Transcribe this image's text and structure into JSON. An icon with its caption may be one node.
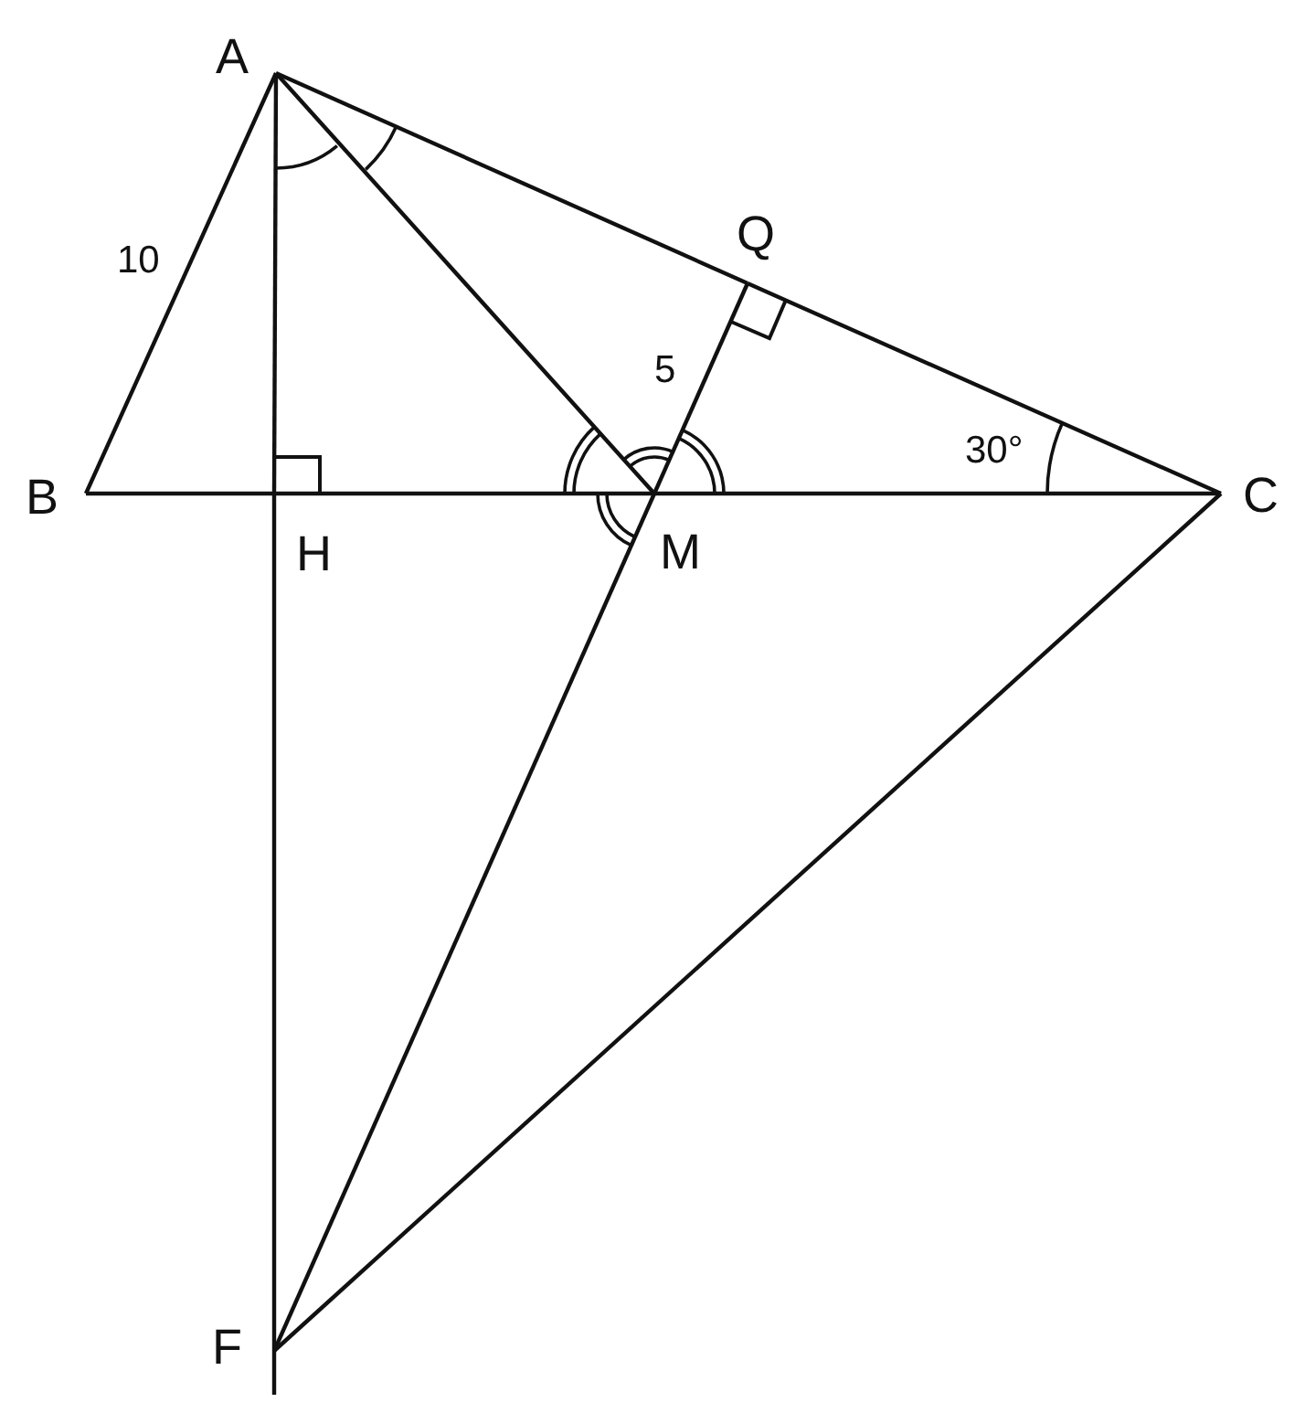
{
  "diagram": {
    "nodes": [
      {
        "text": [
          "A"
        ]
      },
      {
        "text": [
          "Q"
        ]
      },
      {
        "text": [
          "B"
        ]
      },
      {
        "text": [
          "H"
        ]
      },
      {
        "text": [
          "M"
        ]
      },
      {
        "text": [
          "C"
        ]
      },
      {
        "text": [
          "F"
        ]
      }
    ],
    "edges": [
      {
        "from": 0,
        "to": 2,
        "arrow": "none"
      },
      {
        "from": 0,
        "to": 3,
        "arrow": "none"
      },
      {
        "from": 3,
        "to": 6,
        "arrow": "none"
      },
      {
        "from": 2,
        "to": 3,
        "arrow": "none"
      },
      {
        "from": 3,
        "to": 4,
        "arrow": "none"
      },
      {
        "from": 4,
        "to": 5,
        "arrow": "none"
      },
      {
        "from": 0,
        "to": 4,
        "arrow": "none"
      },
      {
        "from": 0,
        "to": 1,
        "arrow": "none"
      },
      {
        "from": 1,
        "to": 5,
        "arrow": "none"
      },
      {
        "from": 1,
        "to": 4,
        "arrow": "none"
      },
      {
        "from": 4,
        "to": 6,
        "arrow": "none"
      },
      {
        "from": 6,
        "to": 5,
        "arrow": "none"
      }
    ],
    "labels": [
      "10",
      "5",
      "30°"
    ]
  }
}
